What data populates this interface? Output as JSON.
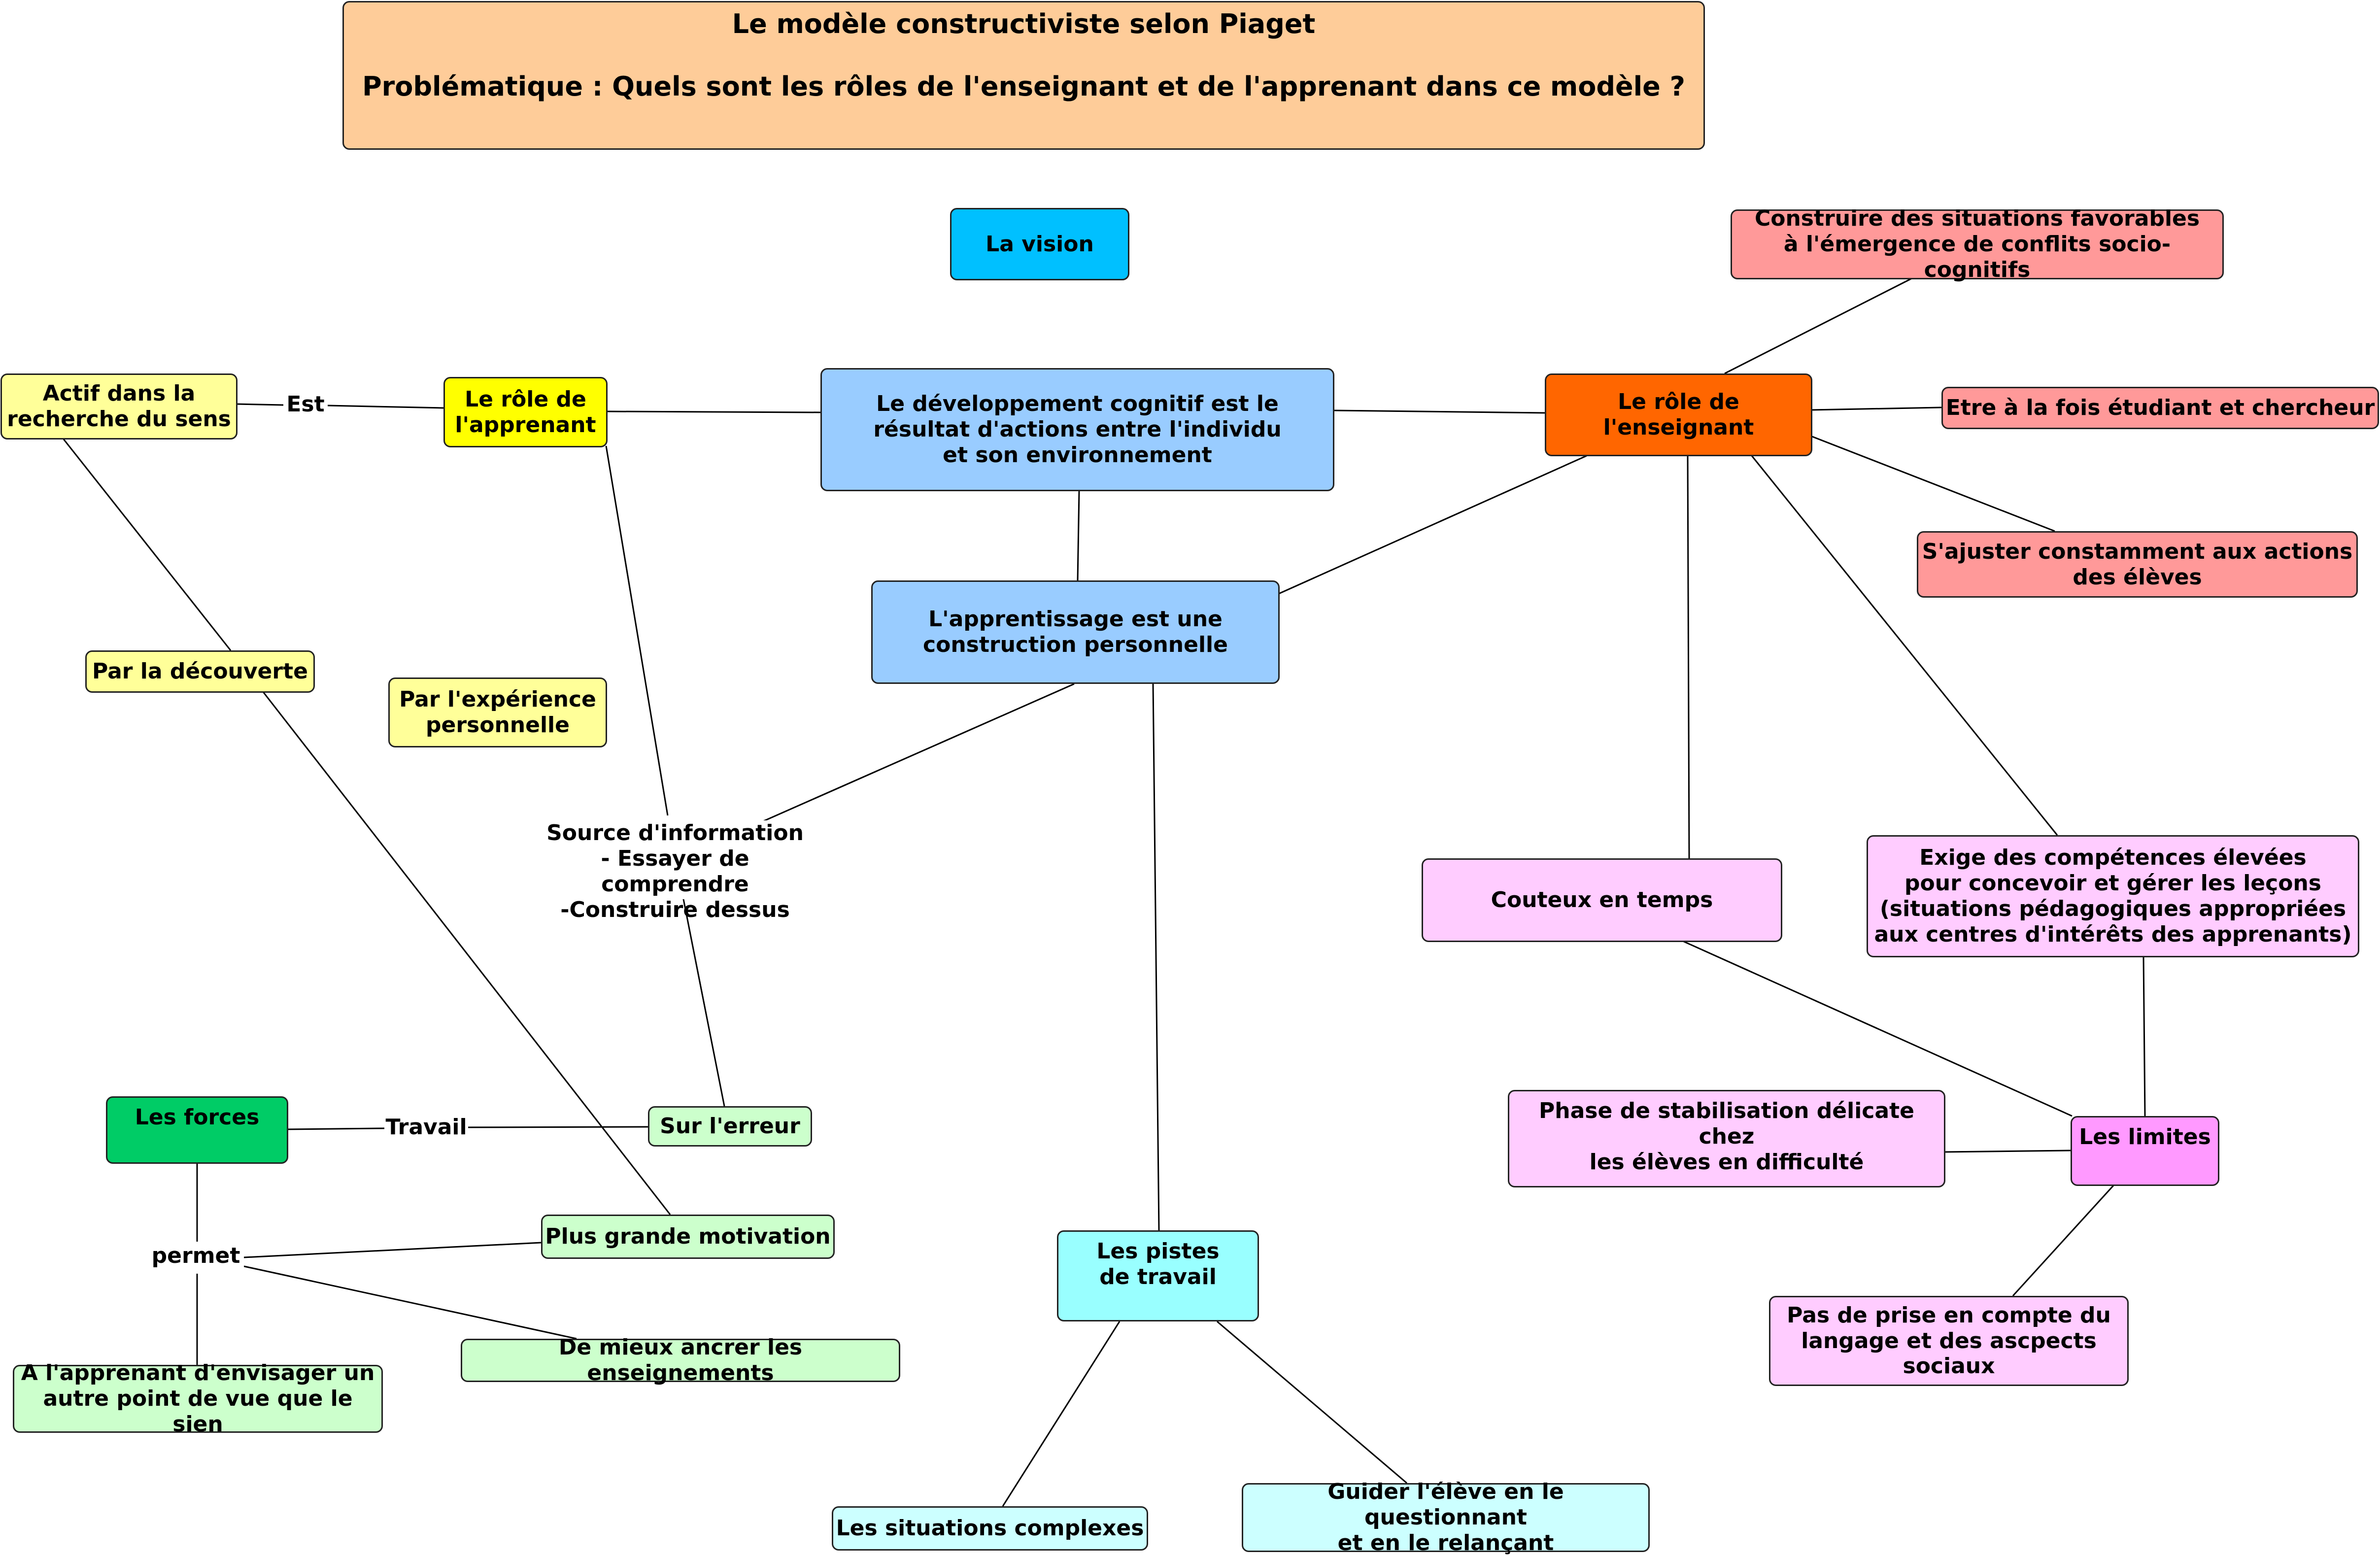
{
  "title": {
    "line1": "Le modèle constructiviste selon Piaget",
    "line2": "Problématique : Quels sont les rôles de l'enseignant et de l'apprenant dans ce modèle ?"
  },
  "nodes": {
    "vision": "La vision",
    "developpement": "Le développement cognitif est le\nrésultat d'actions entre l'individu\net son environnement",
    "apprentissage": "L'apprentissage est une\nconstruction personnelle",
    "role_apprenant": "Le rôle de\nl'apprenant",
    "actif": "Actif dans la\nrecherche du sens",
    "decouverte": "Par la découverte",
    "experience": "Par l'expérience\npersonnelle",
    "role_enseignant": "Le rôle de\nl'enseignant",
    "situations_favorables": "Construire des situations favorables\nà l'émergence de conflits socio-cognitifs",
    "etudiant_chercheur": "Etre à la fois étudiant et chercheur",
    "ajuster": "S'ajuster constamment aux actions\ndes élèves",
    "couteux": "Couteux en temps",
    "competences": "Exige des compétences élevées\npour concevoir et gérer les leçons\n(situations pédagogiques appropriées\naux centres d'intérêts des apprenants)",
    "phase": "Phase de stabilisation délicate chez\nles élèves en difficulté",
    "limites": "Les limites",
    "pas_prise": "Pas de prise en compte du\nlangage et des ascpects\nsociaux",
    "forces": "Les forces",
    "erreur": "Sur l'erreur",
    "motivation": "Plus grande motivation",
    "ancrer": "De mieux ancrer les enseignements",
    "envisager": "A l'apprenant d'envisager un\nautre point de vue que le sien",
    "pistes": "Les pistes\nde travail",
    "situations_complexes": "Les situations complexes",
    "guider": "Guider l'élève en le questionnant\net en le relançant"
  },
  "labels": {
    "est": "Est",
    "source": "Source d'information\n- Essayer de comprendre\n-Construire dessus",
    "travail": "Travail",
    "permet": "permet"
  },
  "colors": {
    "title": "#FECC99",
    "vision": "#00C0FF",
    "central": "#99CCFF",
    "apprenant": "#FFFF00",
    "apprenant_light": "#FFFF99",
    "enseignant": "#FF6600",
    "enseignant_light": "#FF9999",
    "limites": "#FF99FF",
    "limites_light": "#FFCCFF",
    "forces": "#00CC66",
    "forces_light": "#CCFFCC",
    "pistes": "#99FFFF",
    "pistes_light": "#CCFFFF"
  }
}
